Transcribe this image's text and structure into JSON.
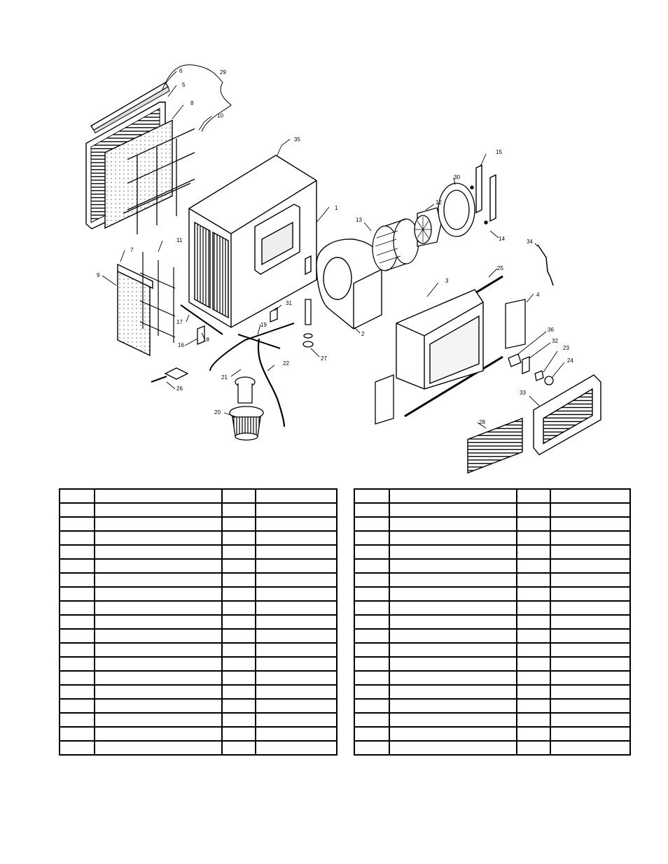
{
  "callouts": [
    {
      "id": "c6",
      "text": "6"
    },
    {
      "id": "c5",
      "text": "5"
    },
    {
      "id": "c8",
      "text": "8"
    },
    {
      "id": "c10",
      "text": "10"
    },
    {
      "id": "c29",
      "text": "29"
    },
    {
      "id": "c35",
      "text": "35"
    },
    {
      "id": "c1",
      "text": "1"
    },
    {
      "id": "c13",
      "text": "13"
    },
    {
      "id": "c12",
      "text": "12"
    },
    {
      "id": "c30",
      "text": "30"
    },
    {
      "id": "c15",
      "text": "15"
    },
    {
      "id": "c14",
      "text": "14"
    },
    {
      "id": "c34",
      "text": "34"
    },
    {
      "id": "c25",
      "text": "25"
    },
    {
      "id": "c3",
      "text": "3"
    },
    {
      "id": "c4",
      "text": "4"
    },
    {
      "id": "c7",
      "text": "7"
    },
    {
      "id": "c11",
      "text": "11"
    },
    {
      "id": "c9",
      "text": "9"
    },
    {
      "id": "c17",
      "text": "17"
    },
    {
      "id": "c16",
      "text": "16"
    },
    {
      "id": "c18",
      "text": "18"
    },
    {
      "id": "c19",
      "text": "19"
    },
    {
      "id": "c31",
      "text": "31"
    },
    {
      "id": "c2",
      "text": "2"
    },
    {
      "id": "c27",
      "text": "27"
    },
    {
      "id": "c21",
      "text": "21"
    },
    {
      "id": "c22",
      "text": "22"
    },
    {
      "id": "c26",
      "text": "26"
    },
    {
      "id": "c20",
      "text": "20"
    },
    {
      "id": "c36",
      "text": "36"
    },
    {
      "id": "c32",
      "text": "32"
    },
    {
      "id": "c23",
      "text": "23"
    },
    {
      "id": "c24",
      "text": "24"
    },
    {
      "id": "c33",
      "text": "33"
    },
    {
      "id": "c28",
      "text": "28"
    }
  ],
  "parts_tables": {
    "rows_per_table": 19,
    "columns_per_table": 4,
    "left_rows": [],
    "right_rows": []
  }
}
